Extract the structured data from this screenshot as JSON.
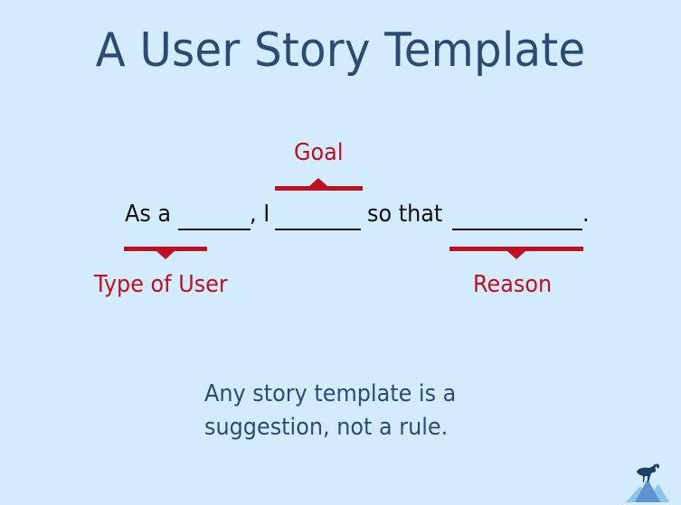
{
  "slide": {
    "title": "A User Story Template",
    "template_sentence": {
      "part1": "As a",
      "blank1": "______",
      "part2": ", I",
      "blank2": "_______",
      "part3": "so that",
      "blank3": "__________",
      "part4": "."
    },
    "annotations": {
      "goal": "Goal",
      "type_of_user": "Type of User",
      "reason": "Reason"
    },
    "note_line1": "Any story template is a",
    "note_line2": "suggestion, not a rule.",
    "logo_icon": "mountain-goat-logo",
    "colors": {
      "background": "#d3ecfd",
      "title": "#2d4a73",
      "accent_red": "#c0101f",
      "text": "#111111"
    }
  }
}
